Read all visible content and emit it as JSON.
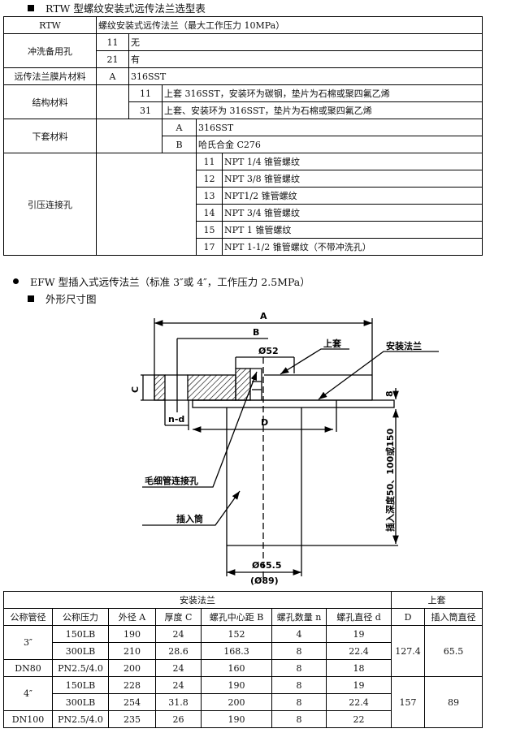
{
  "section1": {
    "title": "RTW 型螺纹安装式远传法兰选型表"
  },
  "table1": {
    "model": "RTW",
    "model_desc": "螺纹安装式远传法兰（最大工作压力 10MPa）",
    "flush": {
      "label": "冲洗备用孔",
      "options": [
        {
          "code": "11",
          "text": "无"
        },
        {
          "code": "21",
          "text": "有"
        }
      ]
    },
    "diaphragm": {
      "label": "远传法兰膜片材料",
      "options": [
        {
          "code": "A",
          "text": "316SST"
        }
      ]
    },
    "structure": {
      "label": "结构材料",
      "options": [
        {
          "code": "11",
          "text": "上套 316SST，安装环为碳钢，垫片为石棉或聚四氟乙烯"
        },
        {
          "code": "31",
          "text": "上套、安装环为 316SST，垫片为石棉或聚四氟乙烯"
        }
      ]
    },
    "lower": {
      "label": "下套材料",
      "options": [
        {
          "code": "A",
          "text": "316SST"
        },
        {
          "code": "B",
          "text": "哈氏合金 C276"
        }
      ]
    },
    "port": {
      "label": "引压连接孔",
      "options": [
        {
          "code": "11",
          "text": "NPT 1/4 锥管螺纹"
        },
        {
          "code": "12",
          "text": "NPT 3/8 锥管螺纹"
        },
        {
          "code": "13",
          "text": "NPT1/2 锥管螺纹"
        },
        {
          "code": "14",
          "text": "NPT 3/4 锥管螺纹"
        },
        {
          "code": "15",
          "text": "NPT  1 锥管螺纹"
        },
        {
          "code": "17",
          "text": "NPT 1-1/2 锥管螺纹（不带冲洗孔）"
        }
      ]
    }
  },
  "section2": {
    "title": "EFW 型插入式远传法兰（标准 3″或 4″，工作压力 2.5MPa）",
    "sub": "外形尺寸图"
  },
  "drawing": {
    "A": "A",
    "B": "B",
    "C": "C",
    "D": "D",
    "nd": "n-d",
    "d52": "Ø52",
    "top_sleeve": "上套",
    "mount_flange": "安装法兰",
    "eight": "8",
    "capillary": "毛细管连接孔",
    "tube": "插入筒",
    "depth": "插入深度50、100或150",
    "d655": "Ø65.5",
    "d89": "(Ø89)"
  },
  "table2": {
    "group1": "安装法兰",
    "group2": "上套",
    "headers": [
      "公称管径",
      "公称压力",
      "外径 A",
      "厚度 C",
      "螺孔中心距 B",
      "螺孔数量 n",
      "螺孔直径 d",
      "D",
      "插入筒直径"
    ],
    "rows": [
      {
        "size": "3″",
        "pressure": "150LB",
        "A": "190",
        "C": "24",
        "B": "152",
        "n": "4",
        "d": "19"
      },
      {
        "pressure": "300LB",
        "A": "210",
        "C": "28.6",
        "B": "168.3",
        "n": "8",
        "d": "22.4"
      },
      {
        "size": "DN80",
        "pressure": "PN2.5/4.0",
        "A": "200",
        "C": "24",
        "B": "160",
        "n": "8",
        "d": "18"
      },
      {
        "size": "4″",
        "pressure": "150LB",
        "A": "228",
        "C": "24",
        "B": "190",
        "n": "8",
        "d": "19"
      },
      {
        "pressure": "300LB",
        "A": "254",
        "C": "31.8",
        "B": "200",
        "n": "8",
        "d": "22.4"
      },
      {
        "size": "DN100",
        "pressure": "PN2.5/4.0",
        "A": "235",
        "C": "26",
        "B": "190",
        "n": "8",
        "d": "22"
      }
    ],
    "D": [
      "127.4",
      "157"
    ],
    "tube_dia": [
      "65.5",
      "89"
    ]
  }
}
